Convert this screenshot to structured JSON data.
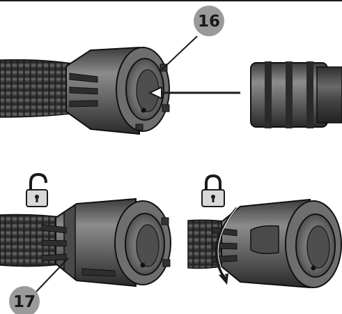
{
  "diagram": {
    "callouts": [
      {
        "number": "16",
        "target": "coupling-inner-socket"
      },
      {
        "number": "17",
        "target": "coupling-lock-ring"
      }
    ],
    "lock_states": {
      "left_panel": "unlocked-padlock-icon",
      "right_panel": "locked-padlock-icon"
    },
    "arrows": {
      "insert": "straight-arrow-left",
      "rotate": "curved-arrow-clockwise"
    },
    "colors": {
      "callout_fill": "#9a9a9a",
      "line": "#1a1a1a",
      "hose_dark": "#3a3a3a",
      "coupling_mid": "#5c5c5c",
      "coupling_light": "#8a8a8a",
      "background": "#ffffff"
    }
  }
}
